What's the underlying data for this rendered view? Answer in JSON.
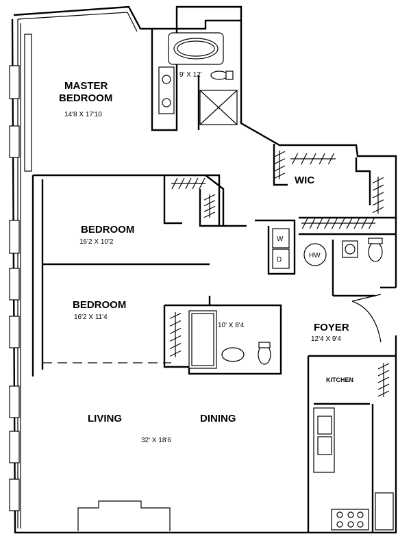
{
  "rooms": {
    "master_bedroom": {
      "name_line1": "MASTER",
      "name_line2": "BEDROOM",
      "size": "14'8 X 17'10"
    },
    "master_bath": {
      "size": "9' X 12'"
    },
    "bedroom_1": {
      "name": "BEDROOM",
      "size": "16'2 X 10'2"
    },
    "bedroom_2": {
      "name": "BEDROOM",
      "size": "16'2 X 11'4"
    },
    "bath_2": {
      "size": "10' X 8'4"
    },
    "wic": {
      "name": "WIC"
    },
    "foyer": {
      "name": "FOYER",
      "size": "12'4 X 9'4"
    },
    "kitchen": {
      "name": "KITCHEN"
    },
    "living": {
      "name": "LIVING"
    },
    "dining": {
      "name": "DINING"
    },
    "living_dining": {
      "size": "32' X 18'6"
    }
  },
  "fixtures": {
    "washer_label": "W",
    "dryer_label": "D",
    "water_heater_label": "HW"
  }
}
